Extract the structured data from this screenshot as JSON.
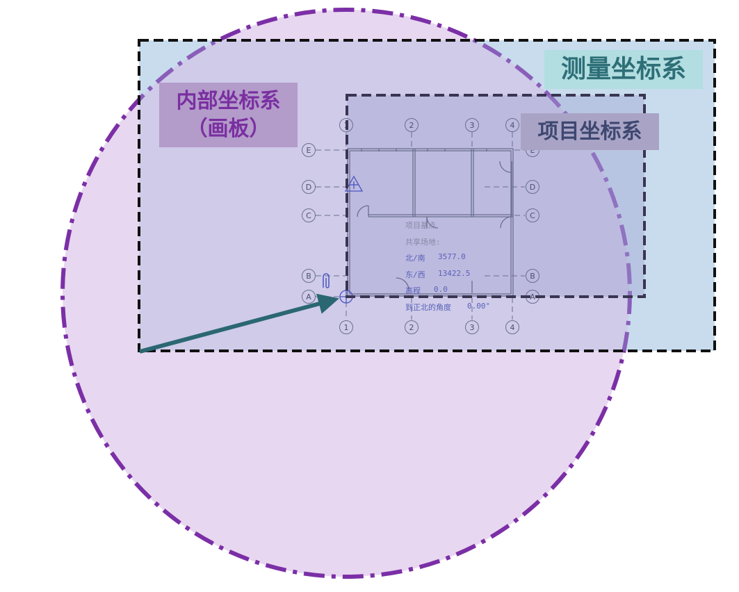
{
  "labels": {
    "survey": "测量坐标系",
    "internal_line1": "内部坐标系",
    "internal_line2": "（画板）",
    "project": "项目坐标系"
  },
  "grid": {
    "columns": [
      "1",
      "2",
      "3",
      "4"
    ],
    "rows": [
      "E",
      "D",
      "C",
      "B",
      "A"
    ]
  },
  "base_point": {
    "title": "项目基点",
    "shared": "共享场地:",
    "north_south_label": "北/南",
    "north_south_value": "3577.0",
    "east_west_label": "东/西",
    "east_west_value": "13422.5",
    "elevation_label": "高程",
    "elevation_value": "0.0",
    "angle_label": "到正北的角度",
    "angle_value": "0.00°"
  },
  "colors": {
    "circle_fill": "#e6d4ef",
    "circle_stroke": "#7b2fa6",
    "survey_fill": "#dcf0f6",
    "arrow": "#2b6772",
    "plan_ink": "#5a62b8"
  }
}
